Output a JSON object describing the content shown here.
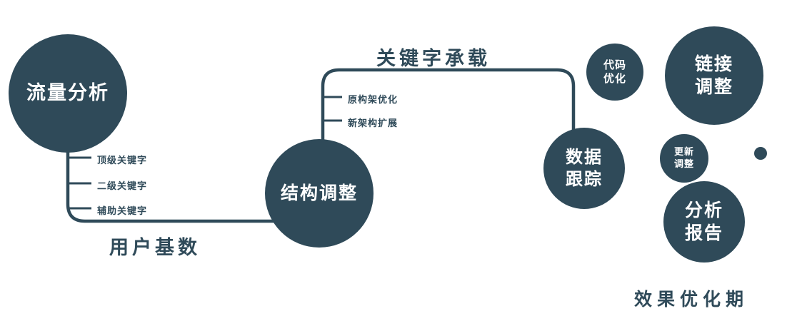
{
  "colors": {
    "primary": "#2f4a59",
    "text_on_node": "#ffffff"
  },
  "nodes": {
    "traffic": {
      "label": "流量分析"
    },
    "structure": {
      "label": "结构调整"
    },
    "tracking": {
      "line1": "数据",
      "line2": "跟踪"
    },
    "code": {
      "line1": "代码",
      "line2": "优化"
    },
    "link": {
      "line1": "链接",
      "line2": "调整"
    },
    "update": {
      "line1": "更新",
      "line2": "调整"
    },
    "report": {
      "line1": "分析",
      "line2": "报告"
    }
  },
  "flow_labels": {
    "keyword_carry": "关键字承载",
    "user_base": "用户基数",
    "effect_period": "效果优化期"
  },
  "branches": {
    "traffic": [
      "顶级关键字",
      "二级关键字",
      "辅助关键字"
    ],
    "structure": [
      "原构架优化",
      "新架构扩展"
    ]
  }
}
